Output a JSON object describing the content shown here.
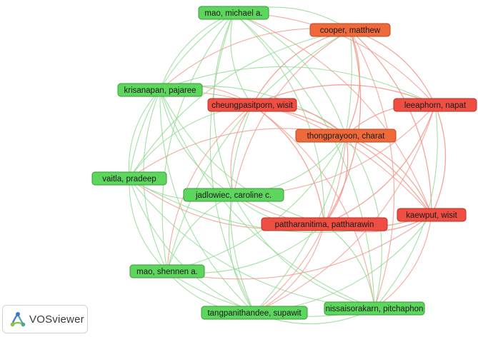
{
  "app": {
    "brand": "VOSviewer",
    "logo_icon": "vosviewer-logo-icon"
  },
  "colors": {
    "cluster_green": "#5cd65c",
    "cluster_green_border": "#3a9a3a",
    "cluster_red": "#ef4e43",
    "cluster_red_border": "#b5302a",
    "cluster_orange": "#f0693a",
    "cluster_orange_border": "#b54a25",
    "edge_green": "#8fd88f",
    "edge_red": "#f2958a"
  },
  "network": {
    "nodes": [
      {
        "id": "mao_michael",
        "label": "mao, michael a.",
        "cluster": "green"
      },
      {
        "id": "cooper_matthew",
        "label": "cooper, matthew",
        "cluster": "orange"
      },
      {
        "id": "krisanapan_pajaree",
        "label": "krisanapan, pajaree",
        "cluster": "green"
      },
      {
        "id": "cheungpasitporn_wisit",
        "label": "cheungpasitporn, wisit",
        "cluster": "red"
      },
      {
        "id": "leeaphorn_napat",
        "label": "leeaphorn, napat",
        "cluster": "red"
      },
      {
        "id": "thongprayoon_charat",
        "label": "thongprayoon, charat",
        "cluster": "orange"
      },
      {
        "id": "vaitla_pradeep",
        "label": "vaitla, pradeep",
        "cluster": "green"
      },
      {
        "id": "jadlowiec_caroline",
        "label": "jadlowiec, caroline c.",
        "cluster": "green"
      },
      {
        "id": "kaewput_wisit",
        "label": "kaewput, wisit",
        "cluster": "red"
      },
      {
        "id": "pattharanitima_pattharawin",
        "label": "pattharanitima, pattharawin",
        "cluster": "red"
      },
      {
        "id": "mao_shennen",
        "label": "mao, shennen a.",
        "cluster": "green"
      },
      {
        "id": "tangpanithandee_supawit",
        "label": "tangpanithandee, supawit",
        "cluster": "green"
      },
      {
        "id": "nissaisorakarn_pitchaphon",
        "label": "nissaisorakarn, pitchaphon",
        "cluster": "green"
      }
    ],
    "edges": [
      [
        "mao_michael",
        "cooper_matthew"
      ],
      [
        "mao_michael",
        "krisanapan_pajaree"
      ],
      [
        "mao_michael",
        "cheungpasitporn_wisit"
      ],
      [
        "mao_michael",
        "leeaphorn_napat"
      ],
      [
        "mao_michael",
        "thongprayoon_charat"
      ],
      [
        "mao_michael",
        "vaitla_pradeep"
      ],
      [
        "mao_michael",
        "jadlowiec_caroline"
      ],
      [
        "mao_michael",
        "kaewput_wisit"
      ],
      [
        "mao_michael",
        "pattharanitima_pattharawin"
      ],
      [
        "mao_michael",
        "mao_shennen"
      ],
      [
        "mao_michael",
        "tangpanithandee_supawit"
      ],
      [
        "mao_michael",
        "nissaisorakarn_pitchaphon"
      ],
      [
        "cooper_matthew",
        "cheungpasitporn_wisit"
      ],
      [
        "cooper_matthew",
        "leeaphorn_napat"
      ],
      [
        "cooper_matthew",
        "thongprayoon_charat"
      ],
      [
        "cooper_matthew",
        "kaewput_wisit"
      ],
      [
        "cooper_matthew",
        "pattharanitima_pattharawin"
      ],
      [
        "cooper_matthew",
        "jadlowiec_caroline"
      ],
      [
        "cooper_matthew",
        "vaitla_pradeep"
      ],
      [
        "cooper_matthew",
        "krisanapan_pajaree"
      ],
      [
        "cooper_matthew",
        "tangpanithandee_supawit"
      ],
      [
        "cooper_matthew",
        "nissaisorakarn_pitchaphon"
      ],
      [
        "cooper_matthew",
        "mao_shennen"
      ],
      [
        "krisanapan_pajaree",
        "cheungpasitporn_wisit"
      ],
      [
        "krisanapan_pajaree",
        "thongprayoon_charat"
      ],
      [
        "krisanapan_pajaree",
        "vaitla_pradeep"
      ],
      [
        "krisanapan_pajaree",
        "jadlowiec_caroline"
      ],
      [
        "krisanapan_pajaree",
        "mao_shennen"
      ],
      [
        "krisanapan_pajaree",
        "tangpanithandee_supawit"
      ],
      [
        "krisanapan_pajaree",
        "nissaisorakarn_pitchaphon"
      ],
      [
        "krisanapan_pajaree",
        "pattharanitima_pattharawin"
      ],
      [
        "krisanapan_pajaree",
        "kaewput_wisit"
      ],
      [
        "krisanapan_pajaree",
        "leeaphorn_napat"
      ],
      [
        "cheungpasitporn_wisit",
        "leeaphorn_napat"
      ],
      [
        "cheungpasitporn_wisit",
        "thongprayoon_charat"
      ],
      [
        "cheungpasitporn_wisit",
        "kaewput_wisit"
      ],
      [
        "cheungpasitporn_wisit",
        "pattharanitima_pattharawin"
      ],
      [
        "cheungpasitporn_wisit",
        "jadlowiec_caroline"
      ],
      [
        "cheungpasitporn_wisit",
        "vaitla_pradeep"
      ],
      [
        "cheungpasitporn_wisit",
        "mao_shennen"
      ],
      [
        "cheungpasitporn_wisit",
        "tangpanithandee_supawit"
      ],
      [
        "cheungpasitporn_wisit",
        "nissaisorakarn_pitchaphon"
      ],
      [
        "leeaphorn_napat",
        "thongprayoon_charat"
      ],
      [
        "leeaphorn_napat",
        "kaewput_wisit"
      ],
      [
        "leeaphorn_napat",
        "pattharanitima_pattharawin"
      ],
      [
        "leeaphorn_napat",
        "jadlowiec_caroline"
      ],
      [
        "leeaphorn_napat",
        "nissaisorakarn_pitchaphon"
      ],
      [
        "leeaphorn_napat",
        "tangpanithandee_supawit"
      ],
      [
        "thongprayoon_charat",
        "kaewput_wisit"
      ],
      [
        "thongprayoon_charat",
        "pattharanitima_pattharawin"
      ],
      [
        "thongprayoon_charat",
        "jadlowiec_caroline"
      ],
      [
        "thongprayoon_charat",
        "vaitla_pradeep"
      ],
      [
        "thongprayoon_charat",
        "mao_shennen"
      ],
      [
        "thongprayoon_charat",
        "tangpanithandee_supawit"
      ],
      [
        "thongprayoon_charat",
        "nissaisorakarn_pitchaphon"
      ],
      [
        "vaitla_pradeep",
        "jadlowiec_caroline"
      ],
      [
        "vaitla_pradeep",
        "mao_shennen"
      ],
      [
        "vaitla_pradeep",
        "tangpanithandee_supawit"
      ],
      [
        "vaitla_pradeep",
        "nissaisorakarn_pitchaphon"
      ],
      [
        "vaitla_pradeep",
        "pattharanitima_pattharawin"
      ],
      [
        "vaitla_pradeep",
        "kaewput_wisit"
      ],
      [
        "jadlowiec_caroline",
        "kaewput_wisit"
      ],
      [
        "jadlowiec_caroline",
        "pattharanitima_pattharawin"
      ],
      [
        "jadlowiec_caroline",
        "mao_shennen"
      ],
      [
        "jadlowiec_caroline",
        "tangpanithandee_supawit"
      ],
      [
        "jadlowiec_caroline",
        "nissaisorakarn_pitchaphon"
      ],
      [
        "kaewput_wisit",
        "pattharanitima_pattharawin"
      ],
      [
        "kaewput_wisit",
        "nissaisorakarn_pitchaphon"
      ],
      [
        "kaewput_wisit",
        "tangpanithandee_supawit"
      ],
      [
        "kaewput_wisit",
        "mao_shennen"
      ],
      [
        "pattharanitima_pattharawin",
        "mao_shennen"
      ],
      [
        "pattharanitima_pattharawin",
        "tangpanithandee_supawit"
      ],
      [
        "pattharanitima_pattharawin",
        "nissaisorakarn_pitchaphon"
      ],
      [
        "mao_shennen",
        "tangpanithandee_supawit"
      ],
      [
        "mao_shennen",
        "nissaisorakarn_pitchaphon"
      ],
      [
        "tangpanithandee_supawit",
        "nissaisorakarn_pitchaphon"
      ]
    ]
  }
}
